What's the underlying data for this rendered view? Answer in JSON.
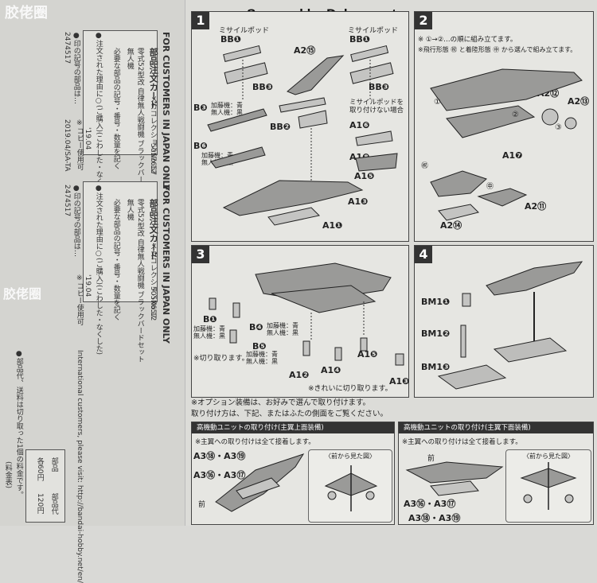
{
  "watermark": "胶佬圈",
  "scanned": "Scanned by Dalong.net",
  "left_card": {
    "heading": "FOR CUSTOMERS IN JAPAN ONLY",
    "card_title": "部品注文カード",
    "series": "メカコレクションNo.12",
    "code": "5057657",
    "product": "零式52型改 自律無人戦闘機 ブラックバードセット",
    "product_sub": "無人機",
    "instructions": "必要な部品の記号・番号・数量を記く",
    "reason": "●注文された理由に○(ご購入)(こわした・なくした)",
    "date_label": "'19.04",
    "barcode_label": "●印の記号の部品は…",
    "barcode_num": "2474517",
    "copy_note": "※コピー使用可",
    "footer_code": "2019.04/SA-TA"
  },
  "price_table": {
    "header": "(料金表)",
    "note": "●部品代、送料は切り取った1個の料金です。",
    "rows": [
      {
        "label": "部品",
        "value": "部品代"
      },
      {
        "label": "各60円",
        "value": "120円"
      }
    ],
    "intl": "International customers, please visit: http://bandai-hobby.net/en/"
  },
  "step1": {
    "number": "1",
    "missile_pod_left": "ミサイルポッド",
    "missile_pod_right": "ミサイルポッド",
    "bb1_left": "BB❶",
    "bb3_left": "BB❸",
    "bb1_right": "BB❶",
    "bb3_right": "BB❸",
    "a2_15": "A2⑮",
    "b3": "B❸",
    "b3_note": "加藤機：青\n無人機：黒",
    "b6": "B❻",
    "b6_note": "加藤機：青\n無人機：黒",
    "bb2": "BB❷",
    "no_pod": "ミサイルポッドを\n取り付けない場合",
    "a1_6": "A1❻",
    "a1_8": "A1❽",
    "a1_5": "A1❺",
    "a1_3": "A1❸",
    "a1_1": "A1❶"
  },
  "step2": {
    "number": "2",
    "note1": "※ ①→②…の順に組み立てます。",
    "note2": "※飛行形態 ㊗ と着陸形態 ㊥ から選んで組み立てます。",
    "a2_12": "A2⑫",
    "a2_13": "A2⑬",
    "a1_7": "A1❼",
    "a2_11": "A2⑪",
    "a2_14": "A2⑭"
  },
  "step3": {
    "number": "3",
    "b1": "B❶",
    "b1_note": "加藤機：青\n無人機：黒",
    "b4": "B❹",
    "b4_note": "加藤機：青\n無人機：黒",
    "b5": "B❺",
    "b5_note": "加藤機：青\n無人機：黒",
    "cut": "※切り取ります。",
    "clean_cut": "※きれいに切り取ります。",
    "a1_2": "A1❷",
    "a1_4": "A1❹",
    "a1_5": "A1❺",
    "a1_3": "A1❸"
  },
  "step4": {
    "number": "4",
    "bm1_1": "BM1❶",
    "bm1_2": "BM1❷",
    "bm1_3": "BM1❸"
  },
  "option_note": "※オプション装備は、お好みで選んで取り付けます。\n取り付け方は、下記、またはふたの側面をご覧ください。",
  "unit_top": {
    "header": "高機動ユニットの取り付け(主翼上面装備)",
    "note": "※主翼への取り付けは全て接着します。",
    "label1": "A3⑱・A3⑲",
    "label2": "A3⑯・A3⑰",
    "front": "前",
    "front_view": "〈前から見た図〉"
  },
  "unit_bottom": {
    "header": "高機動ユニットの取り付け(主翼下面装備)",
    "note": "※主翼への取り付けは全て接着します。",
    "front": "前",
    "label1": "A3⑯・A3⑰",
    "label2": "A3⑱・A3⑲",
    "front_view": "〈前から見た図〉"
  }
}
